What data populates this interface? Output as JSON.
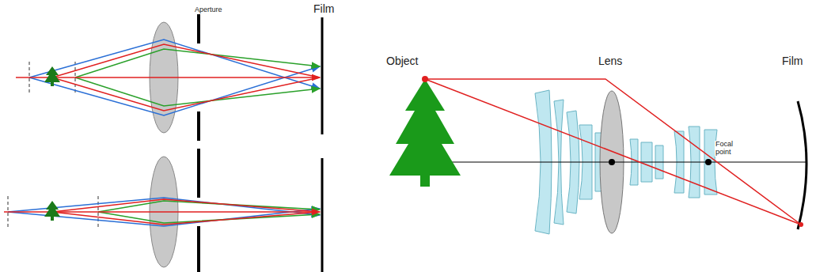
{
  "diagram": {
    "labels": [
      "Aperture",
      "Film",
      "Object",
      "Lens",
      "Film",
      "Focal point"
    ]
  }
}
